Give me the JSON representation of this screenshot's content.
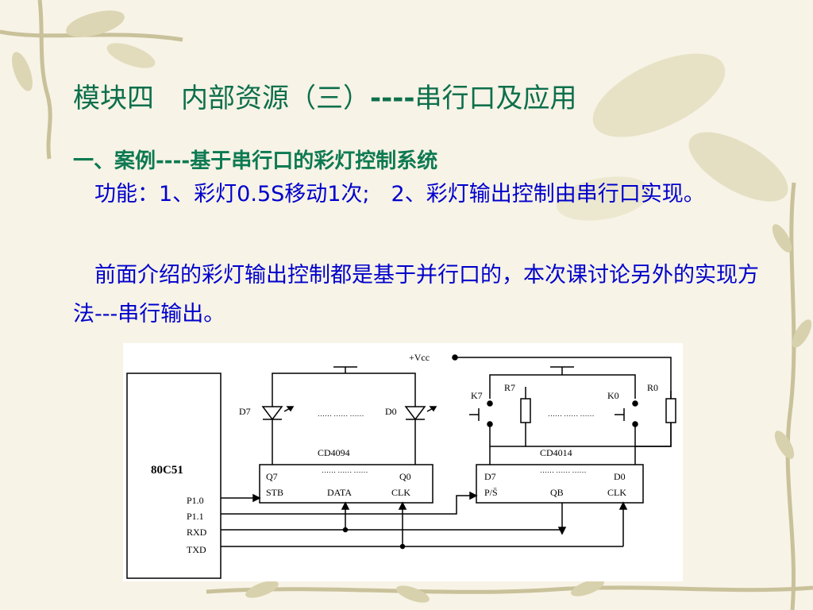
{
  "slide": {
    "title_part1": "模块四　内部资源（三）",
    "title_dashes": "----",
    "title_part2": "串行口及应用",
    "heading_part1": "一、案例",
    "heading_dashes": "----",
    "heading_part2": "基于串行口的彩灯控制系统",
    "para1_text": "　功能：1、彩灯0.5S移动1次;　2、彩灯输出控制由串行口实现。",
    "para2_text": "　前面介绍的彩灯输出控制都是基于并行口的，本次课讨论另外的实现方法---串行输出。"
  },
  "circuit": {
    "mcu_label": "80C51",
    "pin_p10": "P1.0",
    "pin_p11": "P1.1",
    "pin_rxd": "RXD",
    "pin_txd": "TXD",
    "vcc_label": "+Vcc",
    "chip1_name": "CD4094",
    "chip1_q7": "Q7",
    "chip1_q0": "Q0",
    "chip1_stb": "STB",
    "chip1_data": "DATA",
    "chip1_clk": "CLK",
    "chip2_name": "CD4014",
    "chip2_d7": "D7",
    "chip2_d0": "D0",
    "chip2_ps": "P/S̄",
    "chip2_qb": "QB",
    "chip2_clk": "CLK",
    "led_d7": "D7",
    "led_d0": "D0",
    "sw_k7": "K7",
    "sw_k0": "K0",
    "res_r7": "R7",
    "res_r0": "R0",
    "dots": "…… …… ……"
  },
  "colors": {
    "title": "#0d6f4c",
    "heading": "#0d7a52",
    "body_text": "#0000cc",
    "background": "#f7f3e6"
  }
}
